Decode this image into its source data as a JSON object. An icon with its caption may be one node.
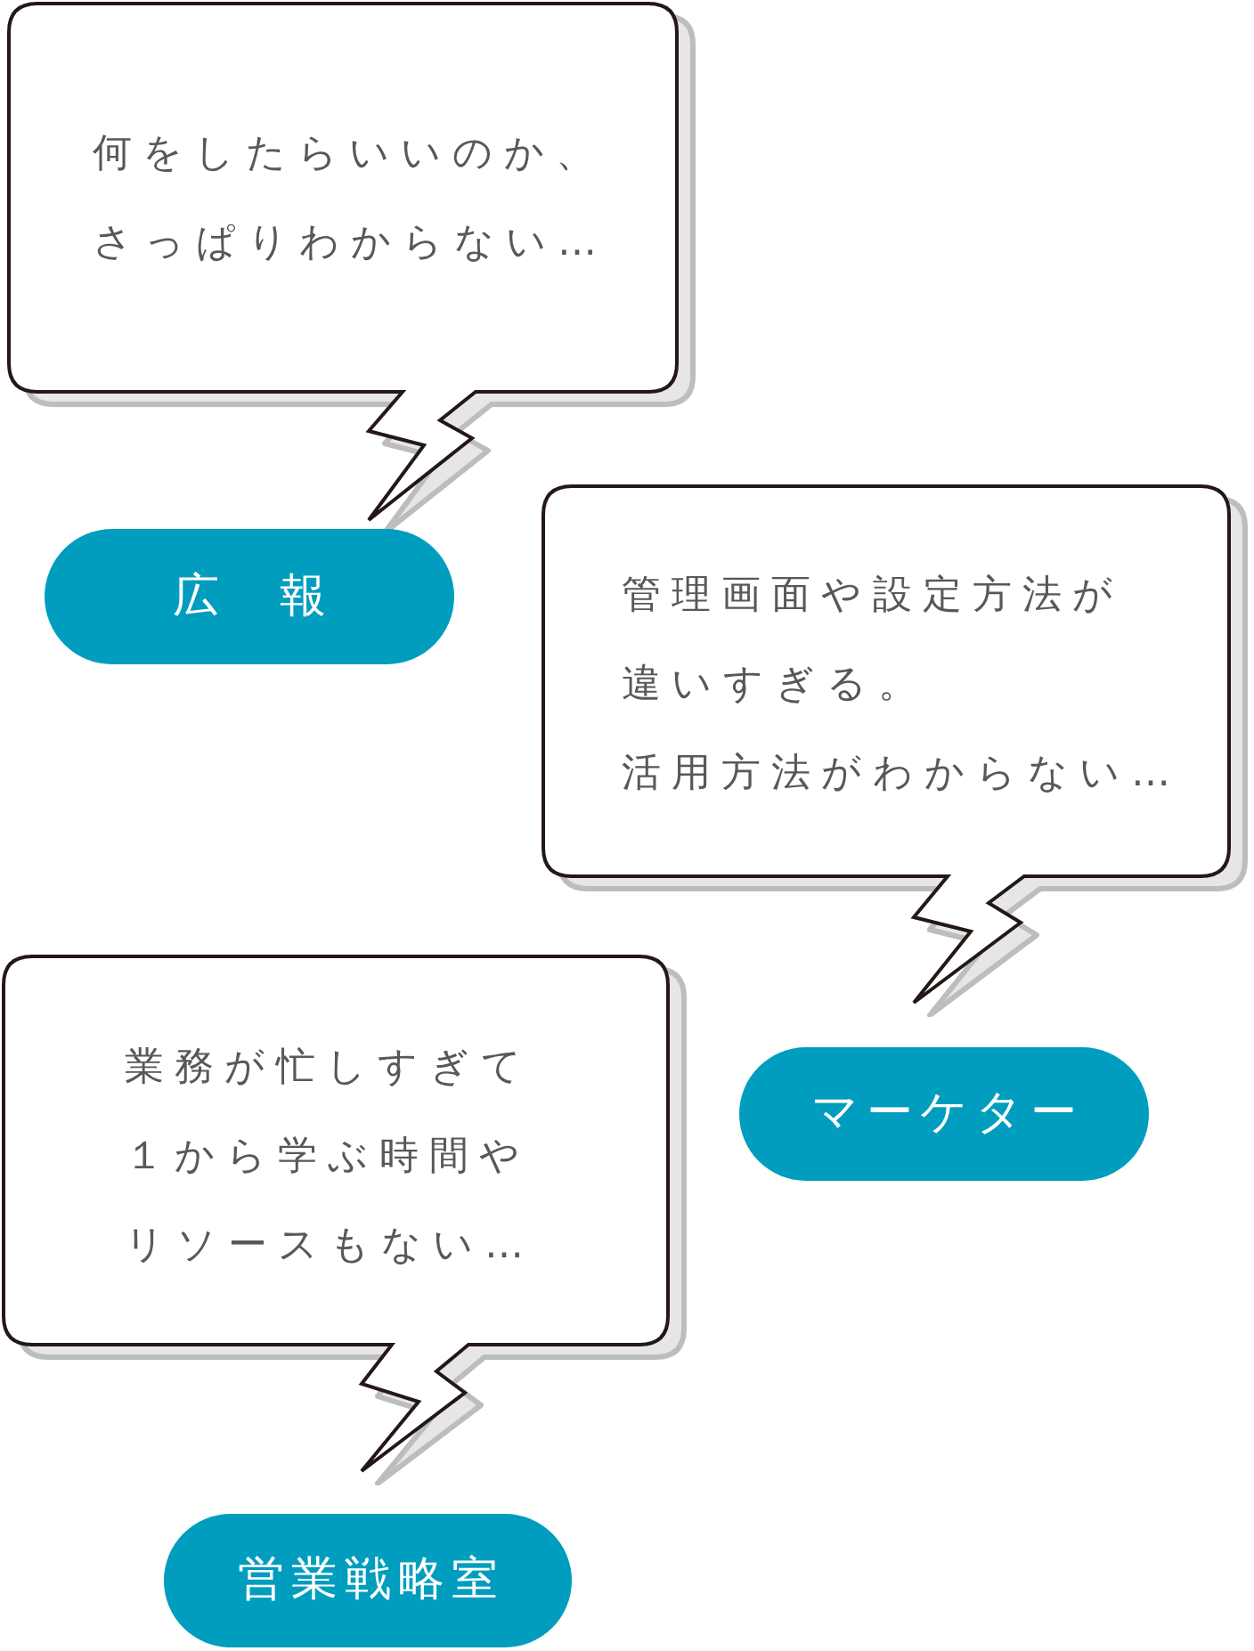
{
  "diagram": {
    "nodes": [
      {
        "text": [
          "何をしたらいいのか、さっぱりわからない…"
        ]
      },
      {
        "text": [
          "広　報"
        ]
      },
      {
        "text": [
          "管理画面や設定方法が違いすぎる。",
          "活用方法がわからない…"
        ]
      },
      {
        "text": [
          "マーケター"
        ]
      },
      {
        "text": [
          "業務が忙しすぎて１から学ぶ時間やリソースもない…"
        ]
      },
      {
        "text": [
          "営業戦略室"
        ]
      }
    ]
  }
}
